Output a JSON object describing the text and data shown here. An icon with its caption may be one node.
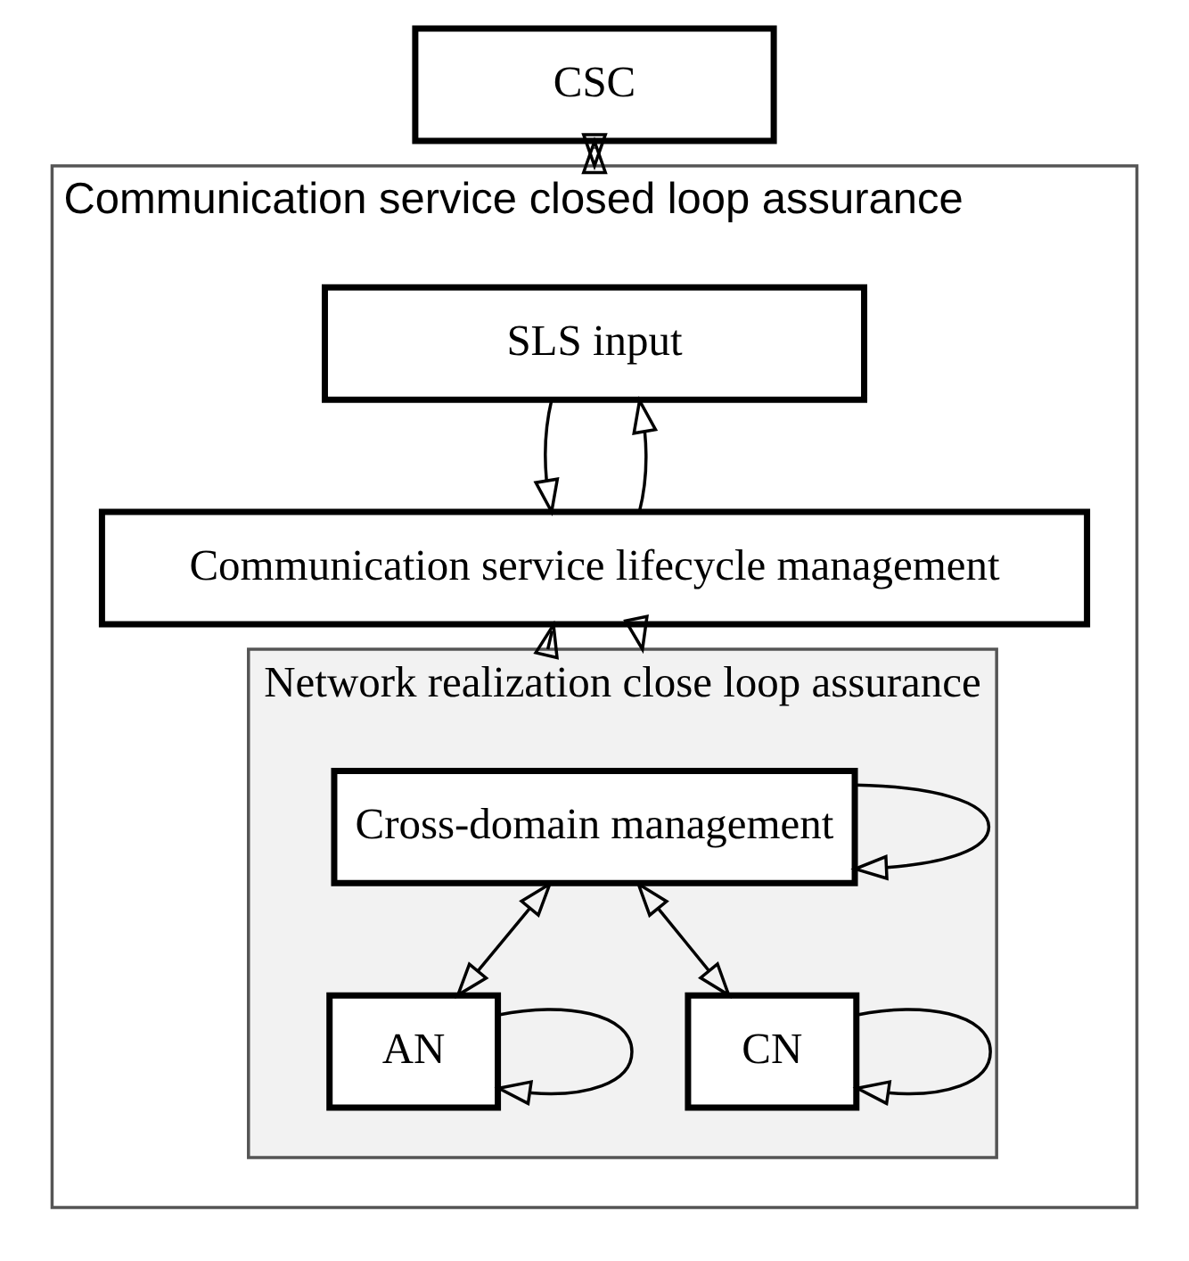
{
  "diagram": {
    "nodes": [
      {
        "text": [
          "CSC"
        ]
      },
      {
        "text": [
          "Communication service closed loop assurance"
        ]
      },
      {
        "text": [
          "SLS input"
        ],
        "in": 1
      },
      {
        "text": [
          "Communication service lifecycle management"
        ],
        "in": 1
      },
      {
        "text": [
          "Network realization close loop assurance"
        ],
        "in": 1
      },
      {
        "text": [
          "Cross-domain management"
        ],
        "in": 4
      },
      {
        "text": [
          "AN"
        ],
        "in": 4
      },
      {
        "text": [
          "CN"
        ],
        "in": 4
      }
    ],
    "edges": [
      {
        "from": 0,
        "to": 1,
        "arrow": "both"
      },
      {
        "from": 2,
        "to": 3,
        "arrow": "to"
      },
      {
        "from": 3,
        "to": 2,
        "arrow": "to"
      },
      {
        "from": 3,
        "to": 4,
        "arrow": "to"
      },
      {
        "from": 4,
        "to": 3,
        "arrow": "to"
      },
      {
        "from": 5,
        "to": 6,
        "arrow": "both"
      },
      {
        "from": 5,
        "to": 7,
        "arrow": "both"
      },
      {
        "from": 5,
        "to": 5,
        "arrow": "to"
      },
      {
        "from": 6,
        "to": 6,
        "arrow": "to"
      },
      {
        "from": 7,
        "to": 7,
        "arrow": "to"
      }
    ]
  }
}
